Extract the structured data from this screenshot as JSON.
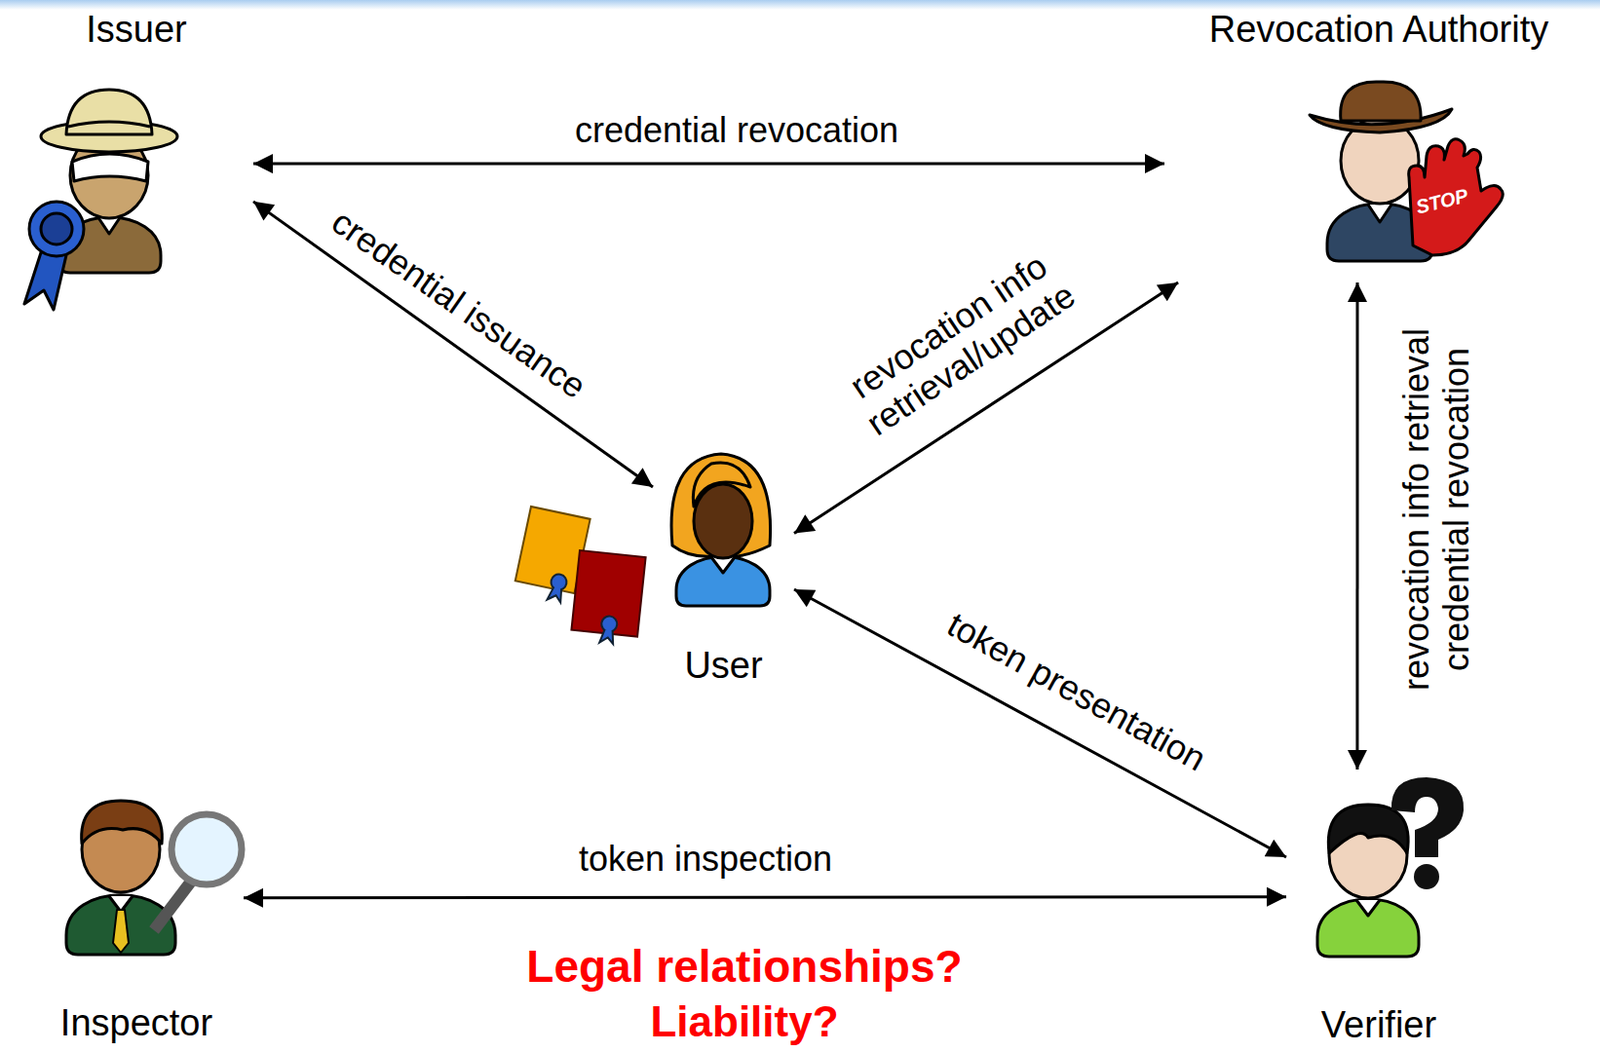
{
  "diagram": {
    "nodes": [
      {
        "text": [
          "Issuer"
        ]
      },
      {
        "text": [
          "Revocation Authority"
        ]
      },
      {
        "text": [
          "User"
        ]
      },
      {
        "text": [
          "Inspector"
        ]
      },
      {
        "text": [
          "Verifier"
        ]
      }
    ],
    "edges": [
      {
        "from": 0,
        "to": 1,
        "arrow": "both",
        "label": "credential revocation"
      },
      {
        "from": 0,
        "to": 2,
        "arrow": "both",
        "label": "credential issuance"
      },
      {
        "from": 2,
        "to": 1,
        "arrow": "both",
        "label": "revocation info retrieval/update"
      },
      {
        "from": 2,
        "to": 4,
        "arrow": "both",
        "label": "token presentation"
      },
      {
        "from": 1,
        "to": 4,
        "arrow": "both",
        "label": "revocation info retrieval credential revocation"
      },
      {
        "from": 3,
        "to": 4,
        "arrow": "both",
        "label": "token inspection"
      }
    ],
    "labels": [
      "STOP",
      "Legal relationships?",
      "Liability?"
    ]
  }
}
